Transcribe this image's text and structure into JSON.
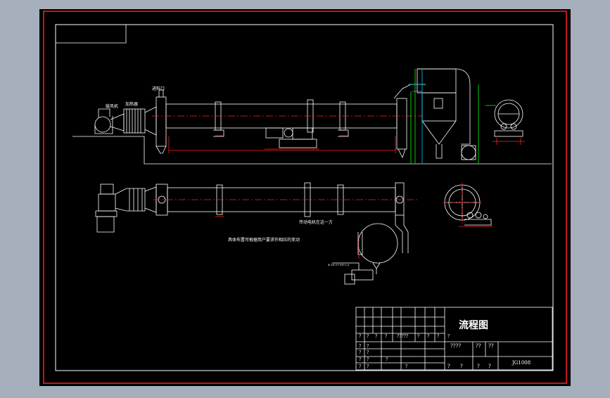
{
  "window": {
    "background_color": "#a6b0bd",
    "canvas_color": "#000000",
    "outer_border_color": "#ff0000",
    "line_color": "#ffffff",
    "centerline_color": "#ff0000",
    "dimension_color": "#ff0000",
    "aux_color": "#00ff00",
    "aux_color_2": "#00c8ff"
  },
  "drawing": {
    "labels": {
      "blower": "鼓风机",
      "heater": "加热器",
      "feed_inlet": "进料口",
      "drive_note": "传动电机在这一方",
      "install_note": "具体布置可根据用户要求作相应的变动",
      "small_note": "4-18-37-9N-2.5"
    },
    "title_block": {
      "title": "流程图",
      "drawing_no": "JG1008",
      "row1": [
        "?",
        "?",
        "?",
        "?",
        "?????",
        "?",
        "?",
        "?",
        "?"
      ],
      "row2": [
        "?",
        "?",
        "?",
        "?"
      ],
      "col_a": [
        "?",
        "?",
        "?",
        "?"
      ],
      "mid_cells": [
        "????",
        "??",
        "??"
      ],
      "bot_cells": [
        "?",
        "?",
        "?",
        "?",
        "?"
      ],
      "right_cells": [
        "?",
        "?"
      ]
    }
  }
}
